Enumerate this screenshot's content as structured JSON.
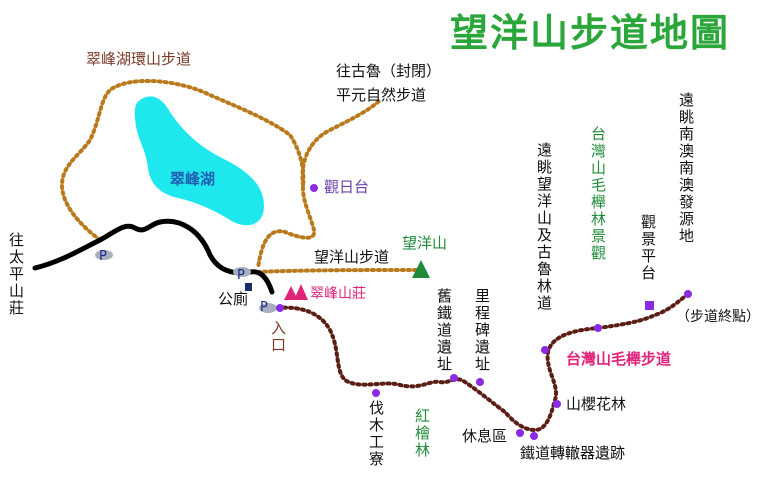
{
  "title": "望洋山步道地圖",
  "colors": {
    "title": "#2aa63a",
    "road": "#000000",
    "trail_dotted": "#b87a1c",
    "trail_main": "#5a1e14",
    "lake": "#1ee8ee",
    "poi": "#8a2be2",
    "label_brown": "#7a3a28",
    "label_purple": "#6a3ea8",
    "label_green": "#1f8a3a",
    "label_pink": "#e0247a",
    "label_black": "#111111"
  },
  "labels": {
    "loop_trail": "翠峰湖環山步道",
    "lake": "翠峰湖",
    "to_gulu": "往古魯（封閉）",
    "pingyuan": "平元自然步道",
    "observatory": "觀日台",
    "wangyang_trail": "望洋山步道",
    "wangyang_peak": "望洋山",
    "lodge": "翠峰山莊",
    "toilet": "公廁",
    "entrance": "入口",
    "to_taipingshan": "往太平山莊",
    "main_trail": "台灣山毛櫸步道",
    "trail_end": "（步道終點）",
    "parking": "P",
    "v_railway_site": "舊鐵道遺址",
    "v_milestone": "里程碑遺址",
    "v_lookout_gulu": "遠眺望洋山及古魯林道",
    "v_beech_view": "台灣山毛櫸林景觀",
    "v_platform": "觀景平台",
    "v_nanao": "遠眺南澳南澳發源地",
    "v_logging": "伐木工寮",
    "v_cypress": "紅檜林",
    "rest_area": "休息區",
    "cherry": "山櫻花林",
    "switch_site": "鐵道轉轍器遺跡"
  }
}
